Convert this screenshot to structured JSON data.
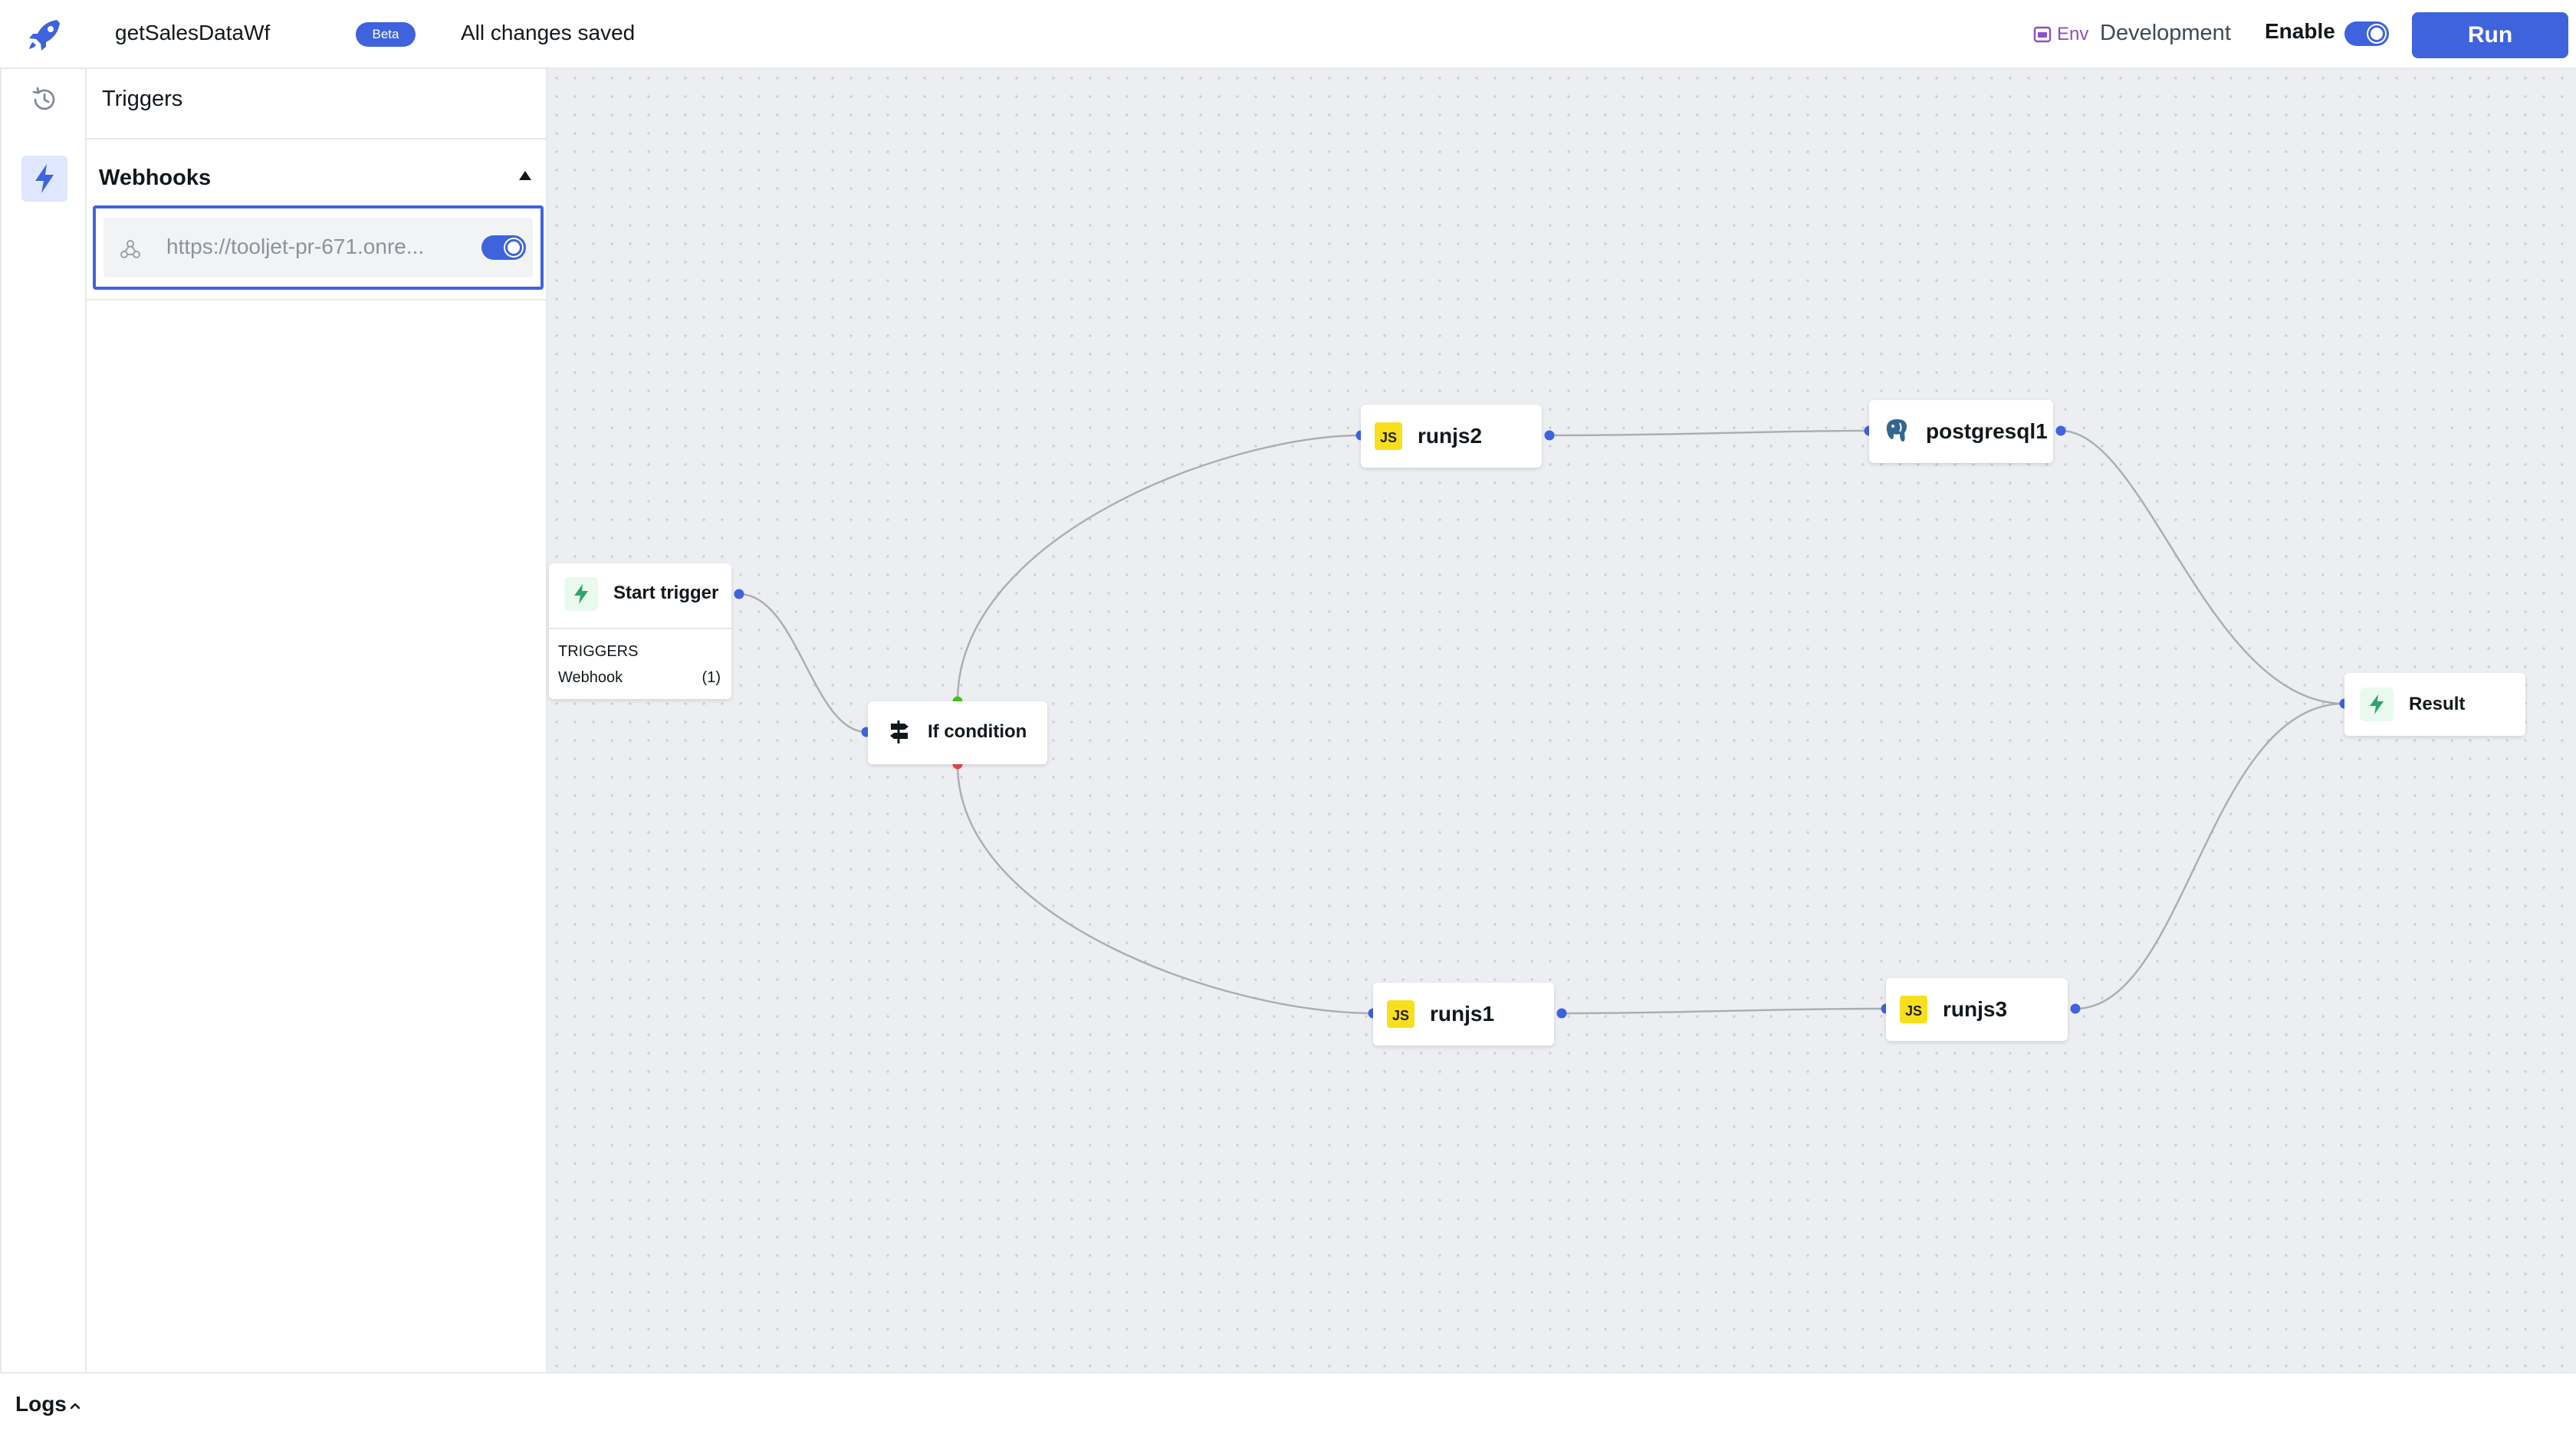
{
  "header": {
    "workflow_name": "getSalesDataWf",
    "beta_badge": "Beta",
    "save_status": "All changes saved",
    "env_label": "Env",
    "env_value": "Development",
    "enable_label": "Enable",
    "enabled": true,
    "run_label": "Run"
  },
  "sidebar": {
    "rail": [
      "history-icon",
      "triggers-icon"
    ],
    "active": "triggers"
  },
  "triggers_panel": {
    "title": "Triggers",
    "webhooks_title": "Webhooks",
    "webhook_url": "https://tooljet-pr-671.onre...",
    "webhook_enabled": true
  },
  "nodes": {
    "start": {
      "label": "Start trigger",
      "triggers_title": "TRIGGERS",
      "trigger_name": "Webhook",
      "trigger_count": "(1)"
    },
    "if_condition": {
      "label": "If condition"
    },
    "runjs2": {
      "label": "runjs2",
      "badge": "JS"
    },
    "postgresql1": {
      "label": "postgresql1"
    },
    "runjs1": {
      "label": "runjs1",
      "badge": "JS"
    },
    "runjs3": {
      "label": "runjs3",
      "badge": "JS"
    },
    "result": {
      "label": "Result"
    }
  },
  "logs": {
    "label": "Logs"
  },
  "colors": {
    "accent": "#3e63dd",
    "handle": "#3e63dd",
    "true_handle": "#46c11c",
    "false_handle": "#e5484d",
    "env": "#8e4ec6",
    "edge": "#a9adb3"
  }
}
